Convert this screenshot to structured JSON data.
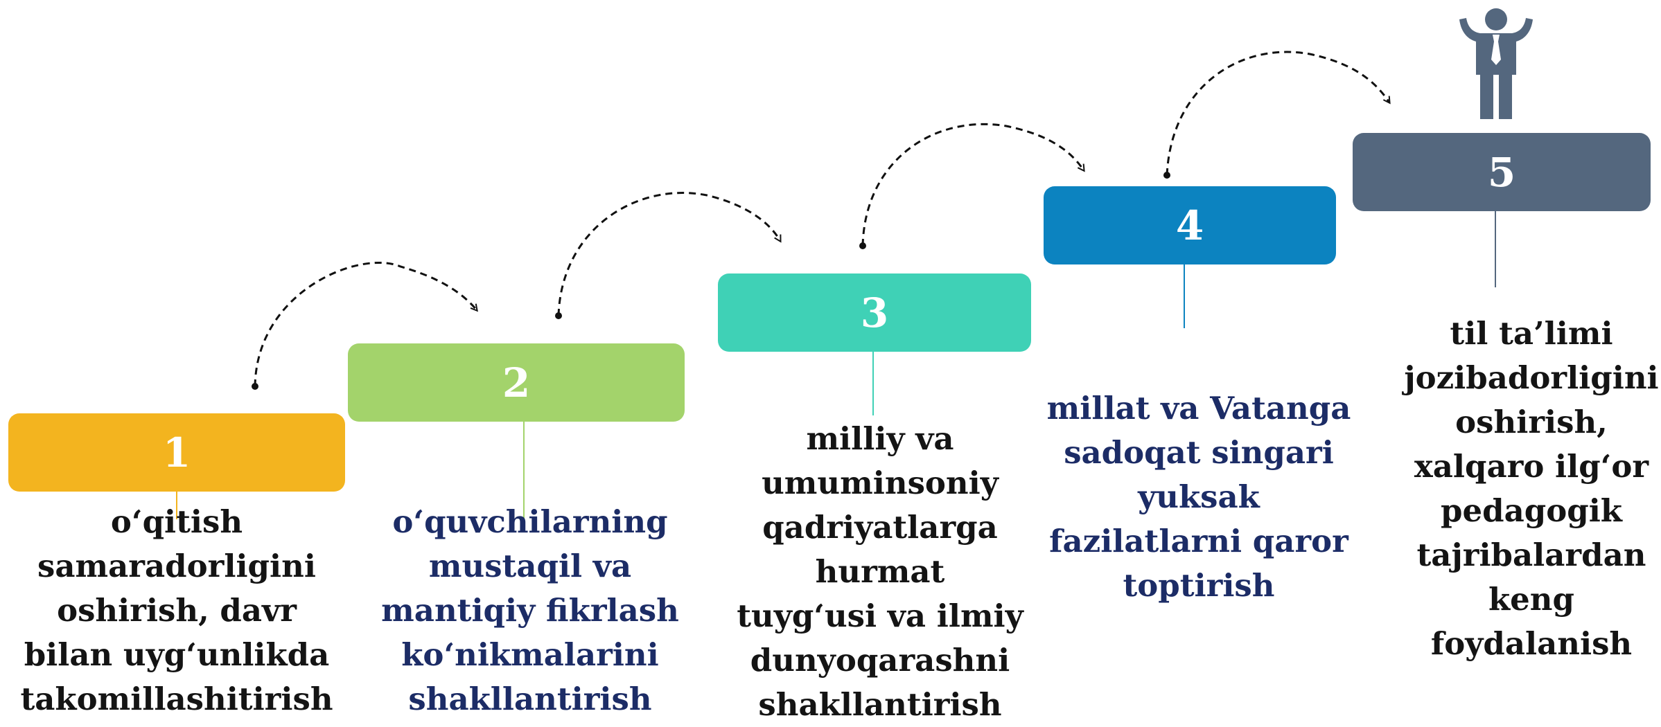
{
  "steps": [
    {
      "number": "1",
      "color": "#f3b41f",
      "text_style": "black",
      "text": "o‘qitish\nsamaradorligini\noshirish, davr\nbilan  uyg‘unlikda\ntakomillashitirish"
    },
    {
      "number": "2",
      "color": "#a3d36b",
      "text_style": "navy",
      "text": "o‘quvchilarning\nmustaqil va\nmantiqiy  fikrlash\nko‘nikmalarini\nshakllantirish"
    },
    {
      "number": "3",
      "color": "#3fd1b6",
      "text_style": "black",
      "text": "milliy va\numuminsoniy\nqadriyatlarga\nhurmat\ntuyg‘usi va ilmiy\ndunyoqarashni\nshakllantirish"
    },
    {
      "number": "4",
      "color": "#0c83c0",
      "text_style": "navy",
      "text": "millat va Vatanga\nsadoqat singari\nyuksak\nfazilatlarni qaror\ntoptirish"
    },
    {
      "number": "5",
      "color": "#54677e",
      "text_style": "black",
      "text": "til    ta’limi\njozibadorligini\noshirish,\nxalqaro  ilg‘or\npedagogik\ntajribalardan\nkeng\nfoydalanish"
    }
  ],
  "icons": {
    "top": "person-raising-arms-icon",
    "connector": "dashed-curved-arrow-icon"
  },
  "colors": {
    "person": "#54677e",
    "arrow": "#111111"
  }
}
